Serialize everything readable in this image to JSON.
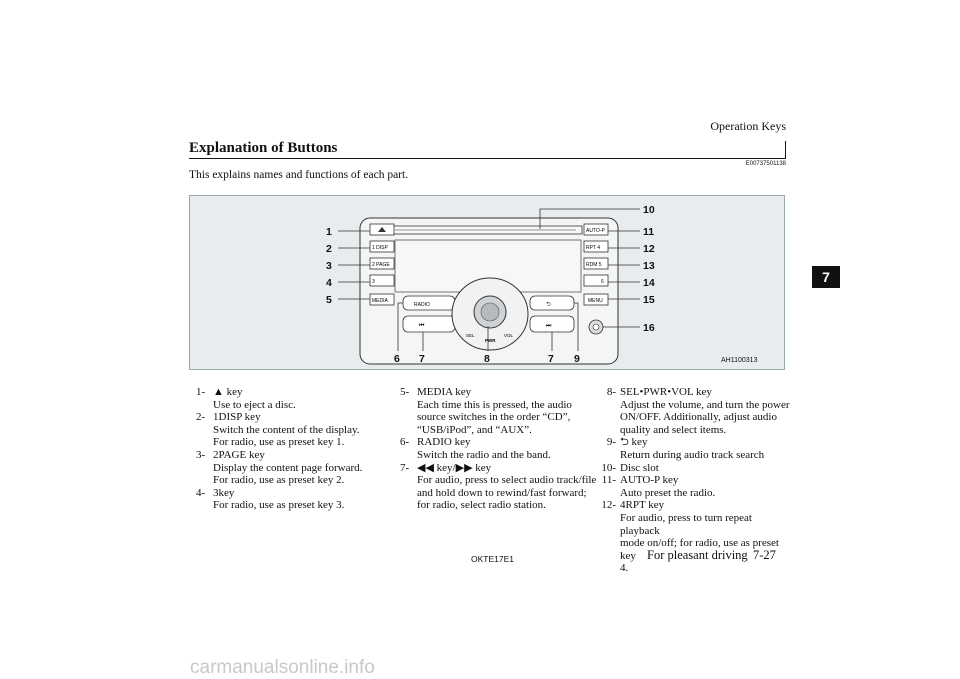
{
  "header": {
    "running_head": "Operation Keys",
    "chapter_tab": "7"
  },
  "section": {
    "title": "Explanation of Buttons",
    "code": "E00737501138",
    "intro": "This explains names and functions of each part."
  },
  "figure": {
    "code": "AH1100313",
    "callouts": [
      "1",
      "2",
      "3",
      "4",
      "5",
      "6",
      "7",
      "8",
      "7",
      "9",
      "10",
      "11",
      "12",
      "13",
      "14",
      "15",
      "16"
    ],
    "labels": {
      "disp": "1  DISP",
      "page": "2  PAGE",
      "key3": "3",
      "media": "MEDIA",
      "radio": "RADIO",
      "autop": "AUTO-P",
      "rpt": "RPT   4",
      "rdm": "RDM   5",
      "key6": "6",
      "menu": "MENU",
      "sel": "SEL",
      "pwr": "PWR",
      "vol": "VOL"
    }
  },
  "items": [
    {
      "num": "1-",
      "title": "▲  key",
      "desc": [
        "Use to eject a disc."
      ]
    },
    {
      "num": "2-",
      "title": "1DISP key",
      "desc": [
        "Switch the content of the display.",
        "For radio, use as preset key 1."
      ]
    },
    {
      "num": "3-",
      "title": "2PAGE key",
      "desc": [
        "Display the content page forward.",
        "For radio, use as preset key 2."
      ]
    },
    {
      "num": "4-",
      "title": "3key",
      "desc": [
        "For radio, use as preset key 3."
      ]
    },
    {
      "num": "5-",
      "title": "MEDIA key",
      "desc": [
        "Each time this is pressed, the audio",
        "source switches in the order “CD”,",
        "“USB/iPod”, and “AUX”."
      ]
    },
    {
      "num": "6-",
      "title": "RADIO key",
      "desc": [
        "Switch the radio and the band."
      ]
    },
    {
      "num": "7-",
      "title": "◀◀ key/▶▶ key",
      "desc": [
        "For audio, press to select audio track/file",
        "and hold down to rewind/fast forward;",
        "for radio, select radio station."
      ]
    },
    {
      "num": "8-",
      "title": "SEL•PWR•VOL key",
      "desc": [
        "Adjust the volume, and turn the power",
        "ON/OFF. Additionally, adjust audio",
        "quality and select items."
      ]
    },
    {
      "num": "9-",
      "title": "⮌  key",
      "desc": [
        "Return during audio track search"
      ]
    },
    {
      "num": "10-",
      "title": "Disc slot",
      "desc": []
    },
    {
      "num": "11-",
      "title": "AUTO-P key",
      "desc": [
        "Auto preset the radio."
      ]
    },
    {
      "num": "12-",
      "title": "4RPT key",
      "desc": [
        "For audio, press to turn repeat playback",
        "mode on/off; for radio, use as preset key",
        "4."
      ]
    }
  ],
  "footer": {
    "code": "OKTE17E1",
    "section": "For pleasant driving",
    "page": "7-27"
  },
  "watermark": "carmanualsonline.info"
}
